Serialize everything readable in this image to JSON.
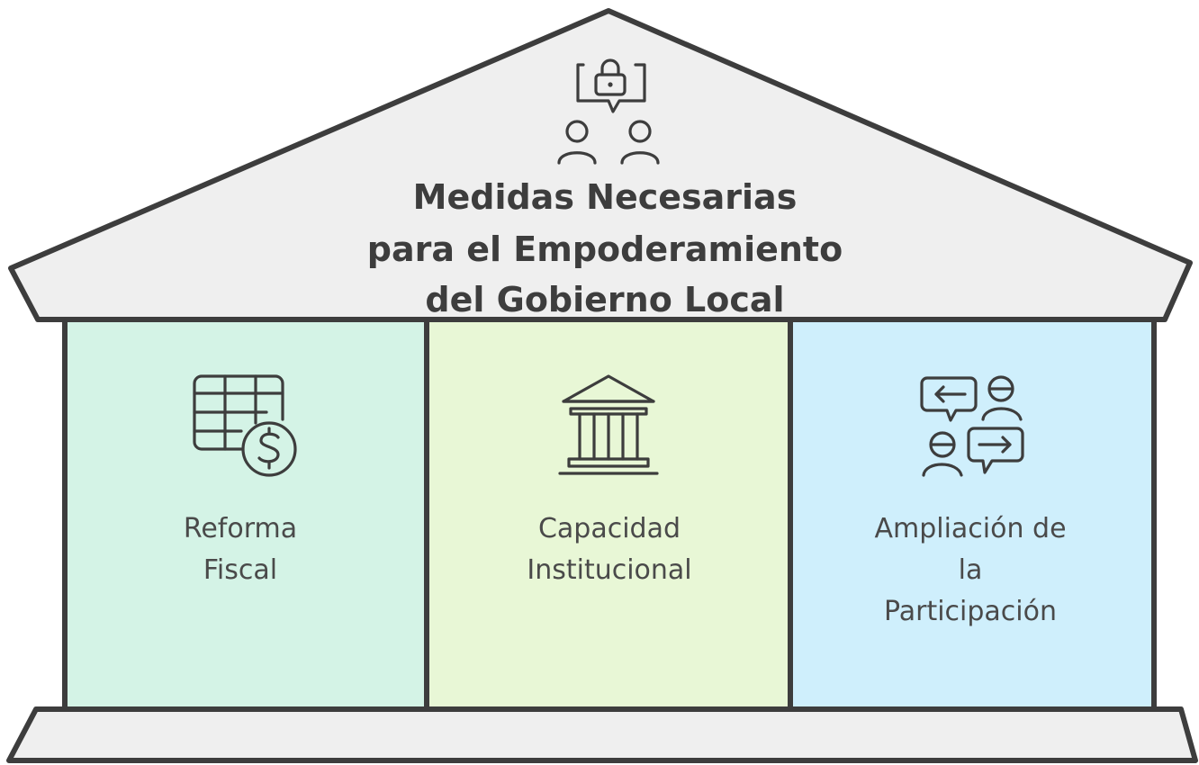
{
  "title": {
    "lines": [
      "Medidas Necesarias",
      "para el Empoderamiento",
      "del Gobierno Local"
    ]
  },
  "roof_icon": "people-dialogue-lock-icon",
  "pillars": [
    {
      "label_lines": [
        "Reforma",
        "Fiscal"
      ],
      "icon": "spreadsheet-dollar-icon",
      "fill": "#d4f3e6"
    },
    {
      "label_lines": [
        "Capacidad",
        "Institucional"
      ],
      "icon": "government-building-icon",
      "fill": "#e8f7d6"
    },
    {
      "label_lines": [
        "Ampliación de",
        "la",
        "Participación"
      ],
      "icon": "people-exchange-icon",
      "fill": "#cfeffc"
    }
  ],
  "colors": {
    "outline": "#3d3d3d",
    "roof_fill": "#efefef",
    "base_fill": "#efefef"
  }
}
